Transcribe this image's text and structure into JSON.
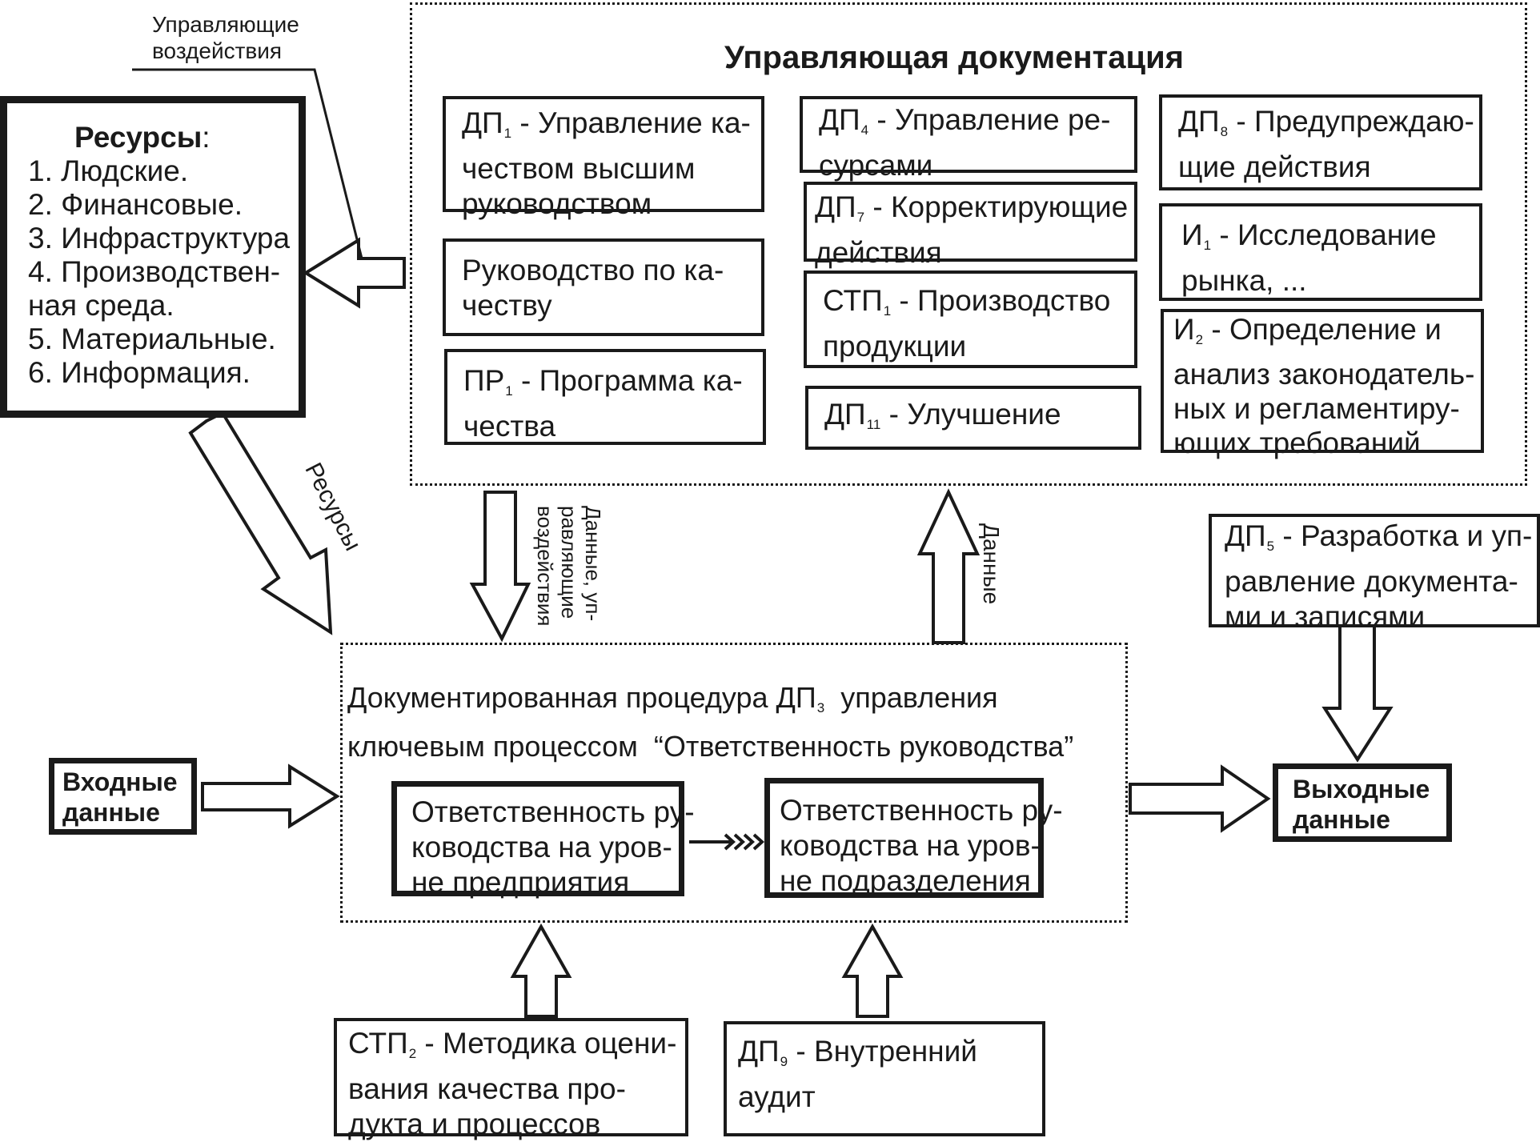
{
  "control_docs": {
    "title": "Управляющая документация",
    "col1": [
      {
        "pre": "ДП",
        "sub": "1",
        "lines": [
          " - Управление ка-",
          "чеством высшим",
          "руководством"
        ]
      },
      {
        "pre": "",
        "sub": "",
        "lines": [
          "Руководство по ка-",
          "честву"
        ]
      },
      {
        "pre": "ПР",
        "sub": "1",
        "lines": [
          " - Программа ка-",
          "чества"
        ]
      }
    ],
    "col2": [
      {
        "pre": "ДП",
        "sub": "4",
        "lines": [
          " - Управление ре-",
          "сурсами"
        ]
      },
      {
        "pre": "ДП",
        "sub": "7",
        "lines": [
          " - Корректирующие",
          "действия"
        ]
      },
      {
        "pre": "СТП",
        "sub": "1",
        "lines": [
          " - Производство",
          "продукции"
        ]
      },
      {
        "pre": "ДП",
        "sub": "11",
        "lines": [
          " - Улучшение"
        ]
      }
    ],
    "col3": [
      {
        "pre": "ДП",
        "sub": "8",
        "lines": [
          " - Предупреждаю-",
          "щие действия"
        ]
      },
      {
        "pre": "И",
        "sub": "1",
        "lines": [
          " - Исследование",
          "рынка, ..."
        ]
      },
      {
        "pre": "И",
        "sub": "2",
        "lines": [
          " - Определение и",
          "анализ законодатель-",
          "ных и регламентиру-",
          "ющих требований"
        ]
      }
    ]
  },
  "resources": {
    "title": "Ресурсы",
    "colon": ":",
    "items": [
      "1. Людские.",
      "2. Финансовые.",
      "3. Инфраструктура",
      "4. Производствен-",
      "ная среда.",
      "5. Материальные.",
      "6. Информация."
    ]
  },
  "labels": {
    "control_influence": [
      "Управляющие",
      "воздействия"
    ],
    "resources_arrow": "Ресурсы",
    "data_control": [
      "Данные, уп-",
      "равляющие",
      "воздействия"
    ],
    "data": "Данные"
  },
  "input": {
    "lines": [
      "Входные",
      "данные"
    ]
  },
  "output": {
    "lines": [
      "Выходные",
      "данные"
    ]
  },
  "procedure": {
    "line1_pre": "Документированная процедура ДП",
    "line1_sub": "3",
    "line1_post": "  управления",
    "line2": "ключевым процессом  “Ответственность руководства”",
    "box_left": [
      "Ответственность ру-",
      "ководства на уров-",
      "не предприятия"
    ],
    "box_right": [
      "Ответственность ру-",
      "ководства на уров-",
      "не подразделения"
    ]
  },
  "dp5": {
    "pre": "ДП",
    "sub": "5",
    "lines": [
      " - Разработка и уп-",
      "равление документа-",
      "ми и записями"
    ]
  },
  "stp2": {
    "pre": "СТП",
    "sub": "2",
    "lines": [
      " - Методика оцени-",
      "вания качества про-",
      "дукта и процессов"
    ]
  },
  "dp9": {
    "pre": "ДП",
    "sub": "9",
    "lines": [
      " - Внутренний",
      "аудит"
    ]
  },
  "colors": {
    "ink": "#1a1a1a",
    "background": "#ffffff"
  }
}
